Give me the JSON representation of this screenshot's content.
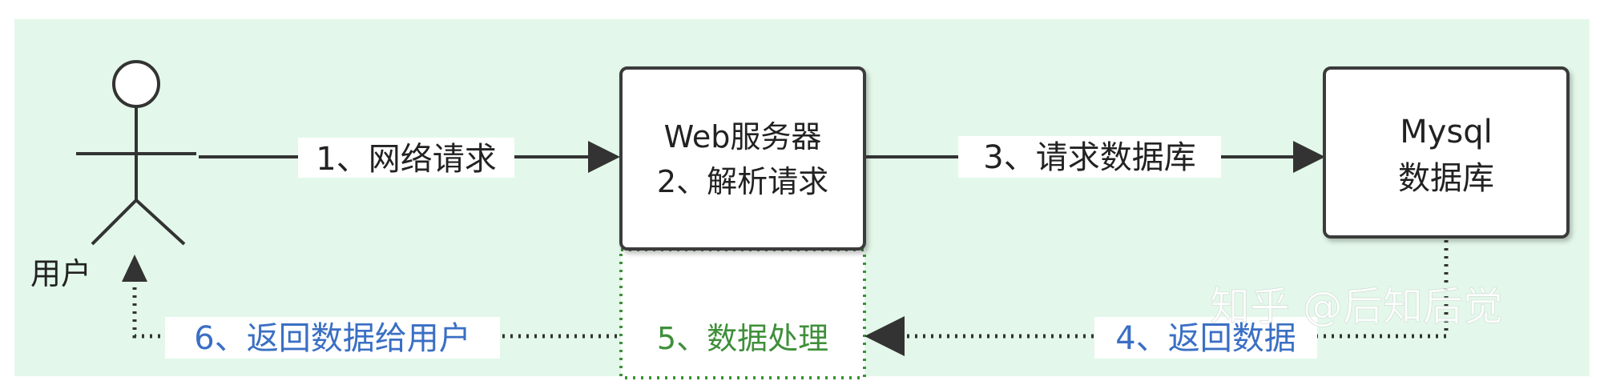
{
  "actor": {
    "label": "用户"
  },
  "nodes": {
    "web_server": {
      "line1": "Web服务器",
      "line2": "2、解析请求"
    },
    "mysql": {
      "line1": "Mysql",
      "line2": "数据库"
    },
    "processing": {
      "label": "5、数据处理"
    }
  },
  "edges": {
    "network_request": "1、网络请求",
    "request_db": "3、请求数据库",
    "return_data": "4、返回数据",
    "return_to_user": "6、返回数据给用户"
  },
  "watermark": "知乎 @后知后觉",
  "colors": {
    "background": "#e3f8ea",
    "box_border": "#3a3a3a",
    "arrow": "#333333",
    "dotted_border": "#3f8f3a",
    "blue_label": "#3a6fc4",
    "green_label": "#3f8f3a",
    "watermark": "#ffffff"
  }
}
